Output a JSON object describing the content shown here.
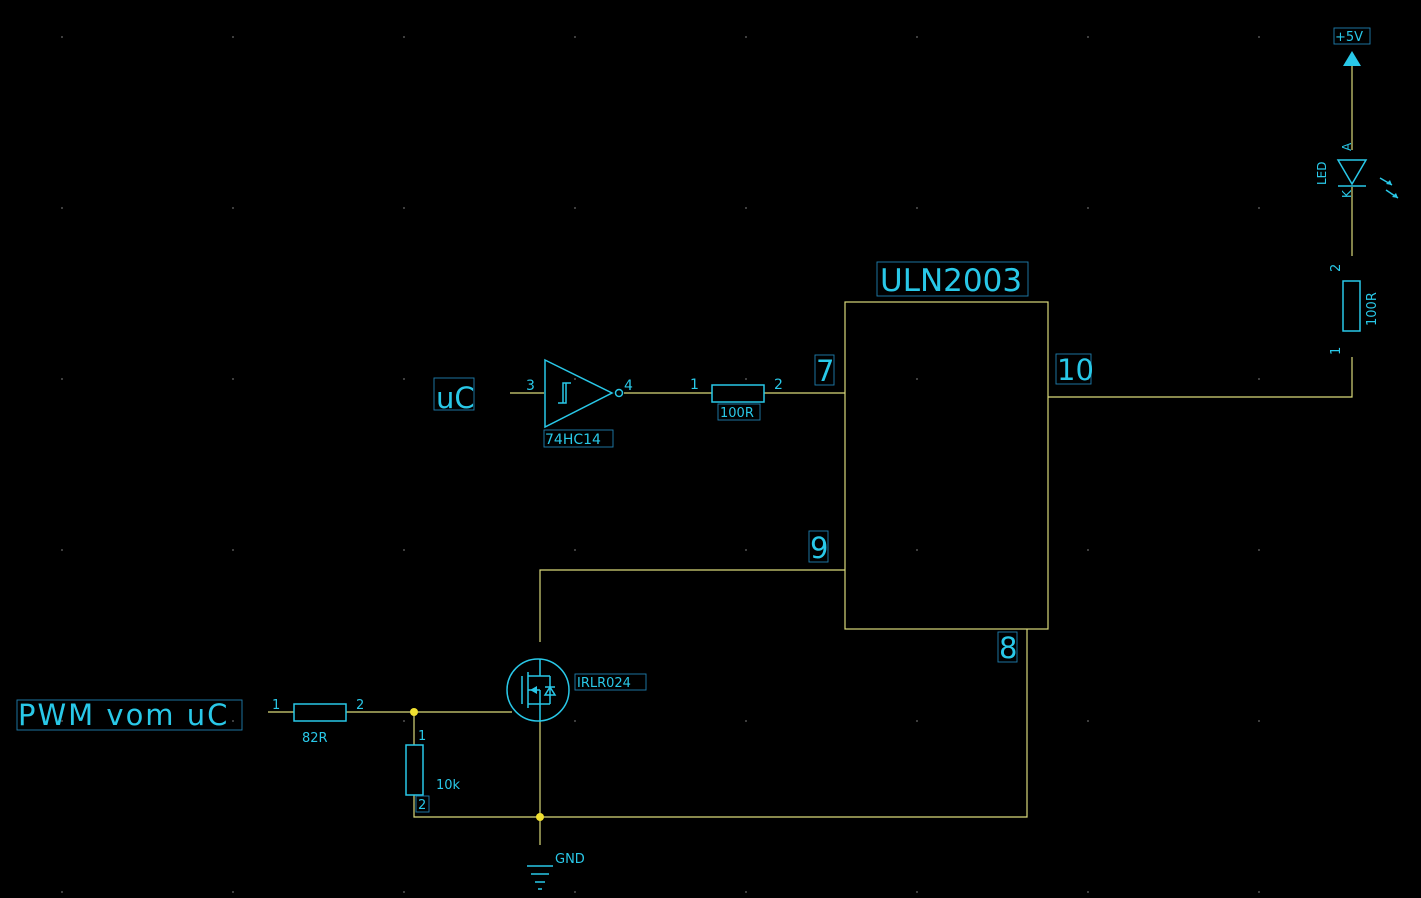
{
  "colors": {
    "background": "#000000",
    "wire": "#d9d97a",
    "component": "#29c8e8",
    "junction": "#f0e030",
    "grid_dot": "#6a6a6a"
  },
  "labels": {
    "ic_name": "ULN2003",
    "pin7": "7",
    "pin9": "9",
    "pin10": "10",
    "pin8": "8",
    "uc_net": "uC",
    "pwm_net": "PWM vom uC",
    "inverter_part": "74HC14",
    "inverter_pin_in": "3",
    "inverter_pin_out": "4",
    "r1_value": "100R",
    "r1_pin1": "1",
    "r1_pin2": "2",
    "r2_value": "100R",
    "r2_pin1": "1",
    "r2_pin2": "2",
    "r3_value": "82R",
    "r3_pin1": "1",
    "r3_pin2": "2",
    "r4_value": "10k",
    "r4_pin1": "1",
    "r4_pin2": "2",
    "mosfet_part": "IRLR024",
    "supply": "+5V",
    "ground": "GND",
    "led_name": "LED",
    "led_anode": "A",
    "led_cathode": "K"
  }
}
